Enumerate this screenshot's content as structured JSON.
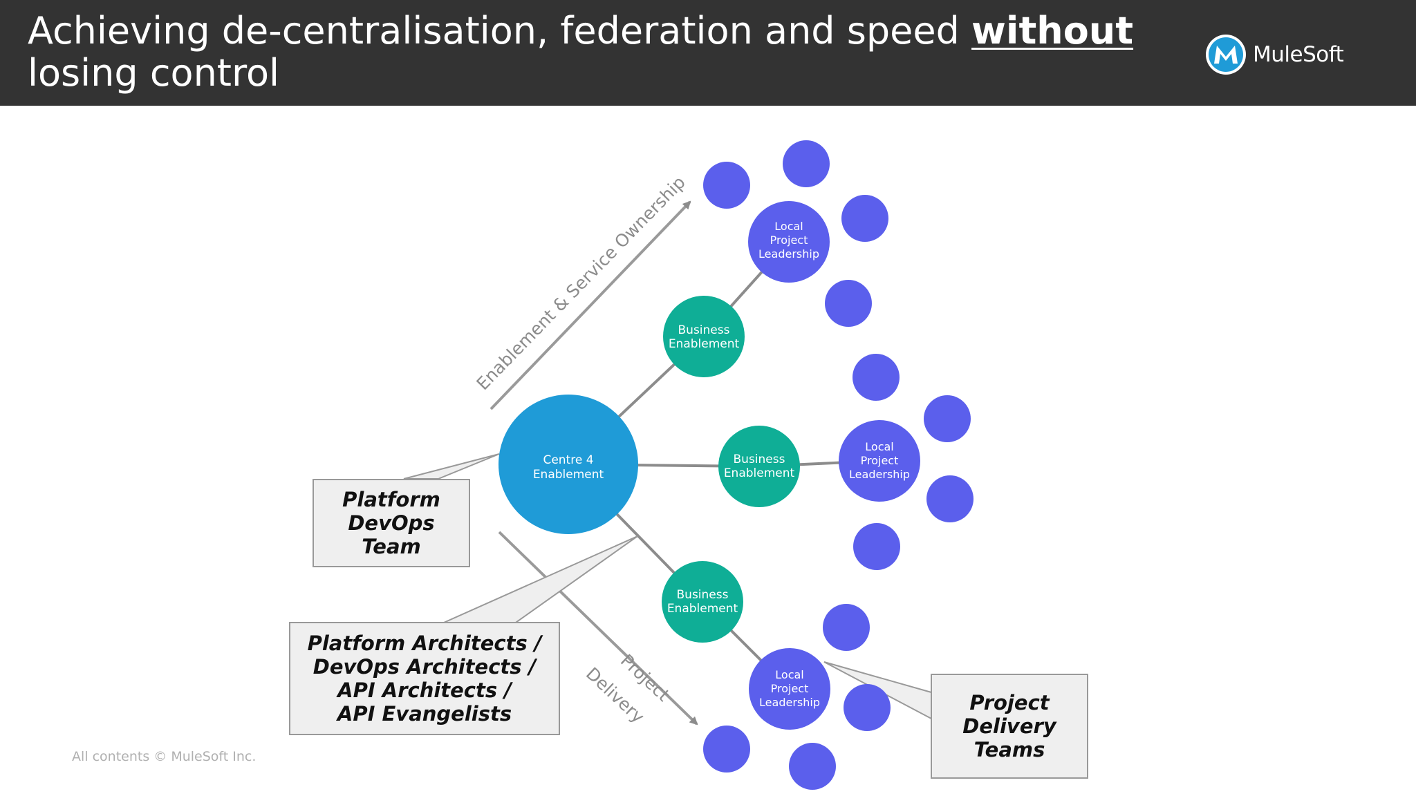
{
  "header": {
    "title_line1_prefix": "Achieving de-centralisation, federation and speed",
    "title_emphasis": "without",
    "title_line2": "losing control",
    "logo_text": "MuleSoft",
    "logo_mark": "mulesoft-logo-icon"
  },
  "diagram": {
    "arrows": {
      "enablement": "Enablement & Service Ownership",
      "delivery_line1": "Project",
      "delivery_line2": "Delivery"
    },
    "center": {
      "line1": "Centre 4",
      "line2": "Enablement"
    },
    "business_nodes": [
      {
        "line1": "Business",
        "line2": "Enablement"
      },
      {
        "line1": "Business",
        "line2": "Enablement"
      },
      {
        "line1": "Business",
        "line2": "Enablement"
      }
    ],
    "local_nodes": [
      {
        "line1": "Local",
        "line2": "Project",
        "line3": "Leadership"
      },
      {
        "line1": "Local",
        "line2": "Project",
        "line3": "Leadership"
      },
      {
        "line1": "Local",
        "line2": "Project",
        "line3": "Leadership"
      }
    ],
    "callouts": {
      "devops": [
        "Platform",
        "DevOps",
        "Team"
      ],
      "architects": [
        "Platform Architects /",
        "DevOps Architects /",
        "API Architects /",
        "API Evangelists"
      ],
      "delivery": [
        "Project",
        "Delivery",
        "Teams"
      ]
    },
    "colors": {
      "center": "#1f9bd7",
      "business": "#0fae96",
      "local": "#5b5fec",
      "team": "#5b5fec",
      "connector": "#8c8c8c"
    }
  },
  "footer": {
    "text": "All contents © MuleSoft Inc."
  }
}
